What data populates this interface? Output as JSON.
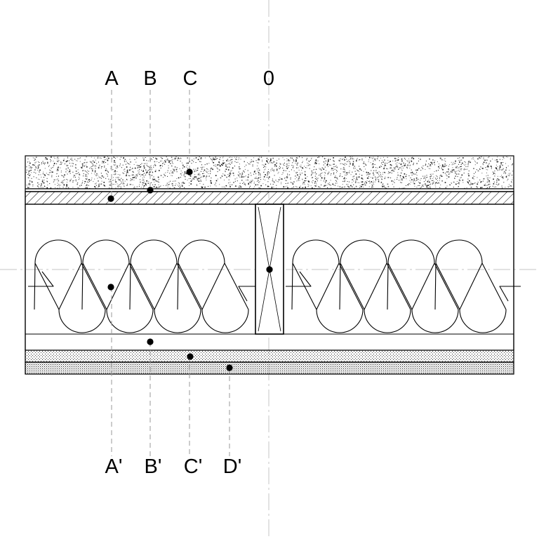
{
  "top_labels": {
    "a": "A",
    "b": "B",
    "c": "C",
    "zero": "0"
  },
  "bottom_labels": {
    "a": "A'",
    "b": "B'",
    "c": "C'",
    "d": "D'"
  },
  "colors": {
    "line": "#000000",
    "guide": "#9a9a9a",
    "axis": "#c4c4c4",
    "background": "#ffffff"
  }
}
